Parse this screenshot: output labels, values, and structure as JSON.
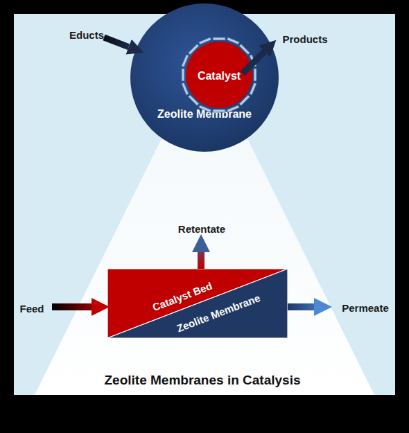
{
  "diagram": {
    "title": "Zeolite Membranes in Catalysis",
    "nodes": [
      {
        "text": [
          "Zeolite Membrane"
        ]
      },
      {
        "text": [
          "Catalyst"
        ],
        "in": 0
      },
      {
        "text": [
          "Catalyst Bed"
        ]
      },
      {
        "text": [
          "Zeolite Membrane"
        ]
      }
    ],
    "labels": [
      "Educts",
      "Products",
      "Retentate",
      "Feed",
      "Permeate"
    ]
  }
}
